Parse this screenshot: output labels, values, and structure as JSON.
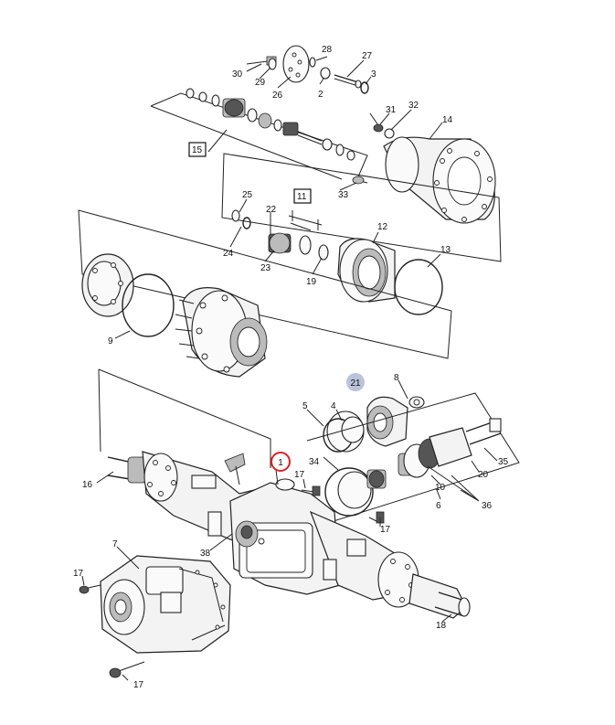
{
  "callouts": {
    "c1": "1",
    "c2": "2",
    "c3": "3",
    "c4": "4",
    "c5": "5",
    "c6": "6",
    "c7": "7",
    "c8": "8",
    "c9": "9",
    "c10": "10",
    "c11": "11",
    "c12": "12",
    "c13": "13",
    "c14": "14",
    "c15": "15",
    "c16": "16",
    "c17": "17",
    "c18": "18",
    "c19": "19",
    "c20": "20",
    "c21": "21",
    "c22": "22",
    "c23": "23",
    "c24": "24",
    "c25": "25",
    "c26": "26",
    "c27": "27",
    "c28": "28",
    "c29": "29",
    "c30": "30",
    "c31": "31",
    "c32": "32",
    "c33": "33",
    "c34": "34",
    "c35": "35",
    "c36": "36",
    "c38": "38"
  },
  "highlights": {
    "selected_part": "1",
    "secondary_part": "21",
    "selected_color": "#e02020",
    "secondary_color": "#b9c3da"
  }
}
